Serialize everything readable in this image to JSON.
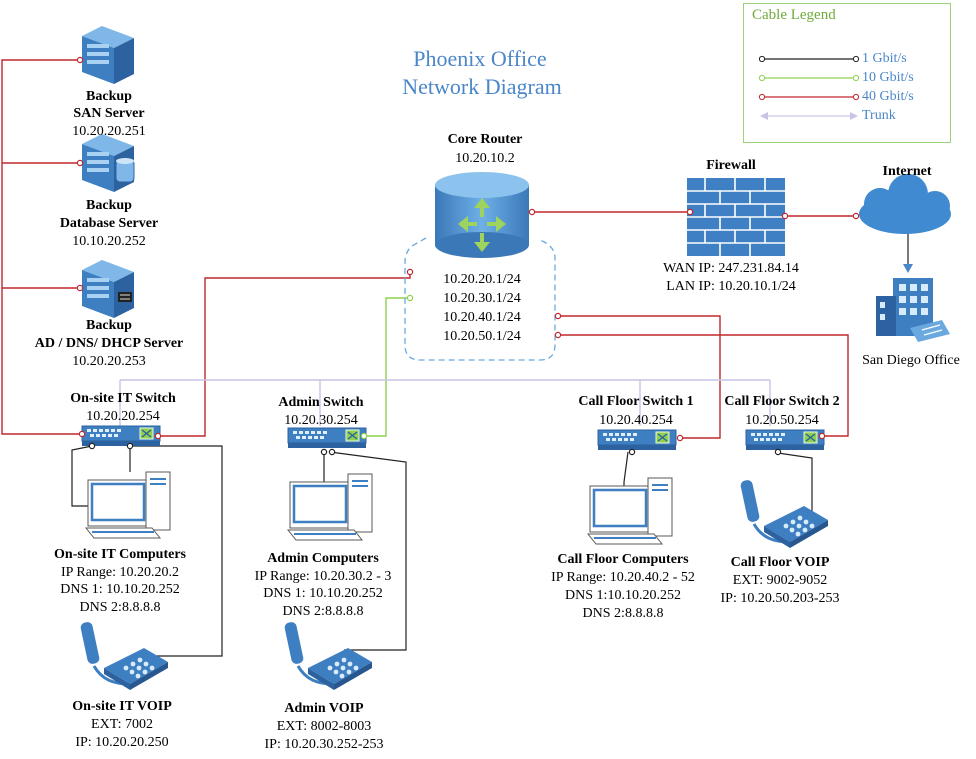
{
  "title": {
    "line1": "Phoenix Office",
    "line2": "Network Diagram"
  },
  "legend": {
    "title": "Cable Legend",
    "items": [
      {
        "label": "1  Gbit/s",
        "color": "#222222"
      },
      {
        "label": "10 Gbit/s",
        "color": "#8fd14f"
      },
      {
        "label": "40 Gbit/s",
        "color": "#c0282d"
      },
      {
        "label": "Trunk",
        "color": "#c9c3e6"
      }
    ]
  },
  "colors": {
    "device_blue": "#3d7fc1",
    "device_light": "#6aa9e0",
    "firewall": "#3f7fc3",
    "cloud": "#3f8ad0",
    "link_1g": "#222222",
    "link_10g": "#8fd14f",
    "link_40g": "#c0282d",
    "trunk": "#c9c3e6",
    "title": "#4a86c8"
  },
  "servers": [
    {
      "icon": "server-icon",
      "name1": "Backup",
      "name2": "SAN Server",
      "ip": "10.20.20.251"
    },
    {
      "icon": "database-server-icon",
      "name1": "Backup",
      "name2": "Database Server",
      "ip": "10.10.20.252"
    },
    {
      "icon": "server-icon",
      "name1": "Backup",
      "name2": "AD / DNS/ DHCP Server",
      "ip": "10.20.20.253"
    }
  ],
  "core_router": {
    "name": "Core Router",
    "ip": "10.20.10.2",
    "interfaces": [
      "10.20.20.1/24",
      "10.20.30.1/24",
      "10.20.40.1/24",
      "10.20.50.1/24"
    ]
  },
  "firewall": {
    "name": "Firewall",
    "wan": "WAN IP: 247.231.84.14",
    "lan": "LAN IP: 10.20.10.1/24"
  },
  "internet": {
    "name": "Internet"
  },
  "remote_office": {
    "name": "San Diego Office"
  },
  "switches": [
    {
      "name": "On-site IT Switch",
      "ip": "10.20.20.254"
    },
    {
      "name": "Admin Switch",
      "ip": "10.20.30.254"
    },
    {
      "name": "Call Floor Switch 1",
      "ip": "10.20.40.254"
    },
    {
      "name": "Call Floor Switch 2",
      "ip": "10.20.50.254"
    }
  ],
  "computers": [
    {
      "name": "On-site IT  Computers",
      "range": "IP Range: 10.20.20.2",
      "dns1": "DNS 1: 10.10.20.252",
      "dns2": "DNS 2:8.8.8.8"
    },
    {
      "name": "Admin Computers",
      "range": "IP Range: 10.20.30.2 - 3",
      "dns1": "DNS 1: 10.10.20.252",
      "dns2": "DNS 2:8.8.8.8"
    },
    {
      "name": "Call Floor Computers",
      "range": "IP Range: 10.20.40.2 - 52",
      "dns1": "DNS 1:10.10.20.252",
      "dns2": "DNS 2:8.8.8.8"
    }
  ],
  "voip": [
    {
      "name": "On-site IT  VOIP",
      "ext": "EXT: 7002",
      "ip": "IP: 10.20.20.250"
    },
    {
      "name": "Admin VOIP",
      "ext": "EXT: 8002-8003",
      "ip": "IP: 10.20.30.252-253"
    },
    {
      "name": "Call Floor VOIP",
      "ext": "EXT: 9002-9052",
      "ip": "IP: 10.20.50.203-253"
    }
  ]
}
